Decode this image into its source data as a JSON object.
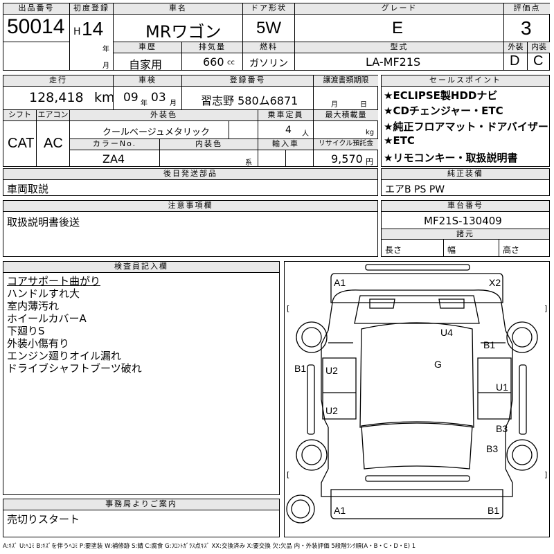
{
  "header": {
    "lot_label": "出品番号",
    "lot_no": "50014",
    "first_reg_label": "初度登録",
    "era": "H",
    "year": "14",
    "year_unit": "年",
    "month_unit": "月",
    "car_name_label": "車名",
    "car_name": "MRワゴン",
    "door_label": "ドア形状",
    "door": "5W",
    "grade_label": "グレード",
    "grade": "E",
    "score_label": "評価点",
    "score": "3",
    "history_label": "車歴",
    "history": "自家用",
    "displacement_label": "排気量",
    "displacement": "660",
    "displacement_unit": "cc",
    "fuel_label": "燃料",
    "fuel": "ガソリン",
    "model_label": "型式",
    "model": "LA-MF21S",
    "exterior_label": "外装",
    "exterior": "D",
    "interior_label": "内装",
    "interior": "C"
  },
  "row2": {
    "mileage_label": "走行",
    "mileage": "128,418",
    "mileage_unit": "km",
    "inspection_label": "車検",
    "insp_year": "09",
    "insp_year_unit": "年",
    "insp_month": "03",
    "insp_month_unit": "月",
    "reg_no_label": "登録番号",
    "reg_no": "習志野 580ム6871",
    "transfer_label": "譲渡書類期限",
    "transfer_month_unit": "月",
    "transfer_day_unit": "日",
    "shift_label": "シフト",
    "shift": "CAT",
    "ac_label": "エアコン",
    "ac": "AC",
    "color_label": "外装色",
    "color": "クールベージュメタリック",
    "capacity_label": "乗車定員",
    "capacity": "4",
    "capacity_unit": "人",
    "load_label": "最大積載量",
    "load_unit": "kg",
    "color_no_label": "カラーNo.",
    "color_no": "ZA4",
    "int_color_label": "内装色",
    "int_color_unit": "系",
    "import_label": "輸入車",
    "recycle_label": "リサイクル預託金",
    "recycle": "9,570",
    "recycle_unit": "円"
  },
  "sales_points": {
    "label": "セールスポイント",
    "items": [
      "★ECLIPSE製HDDナビ",
      "★CDチェンジャー・ETC",
      "★純正フロアマット・ドアバイザー",
      "★ETC",
      "★リモコンキー・取扱説明書"
    ]
  },
  "later_parts": {
    "label": "後日発送部品",
    "value": "車両取説"
  },
  "standard_equipment": {
    "label": "純正装備",
    "value": "エアB PS PW"
  },
  "notes": {
    "label": "注意事項欄",
    "value": "取扱説明書後送"
  },
  "chassis": {
    "label": "車台番号",
    "value": "MF21S-130409",
    "dims_label": "諸元",
    "length": "長さ",
    "width": "幅",
    "height": "高さ"
  },
  "inspector": {
    "label": "検査員記入欄",
    "lines": [
      "コアサポート曲がり",
      "ハンドルすれ大",
      "室内薄汚れ",
      "ホイールカバーA",
      "下廻りS",
      "外装小傷有り",
      "エンジン廻りオイル漏れ",
      "ドライブシャフトブーツ破れ"
    ]
  },
  "office": {
    "label": "事務局よりご案内",
    "value": "売切りスタート"
  },
  "diagram_marks": {
    "a1_top": "A1",
    "x2": "X2",
    "u4": "U4",
    "b1_right": "B1",
    "g": "G",
    "b1_left": "B1",
    "u2_upper": "U2",
    "u1": "U1",
    "u2_lower": "U2",
    "b3_upper": "B3",
    "b3_lower": "B3",
    "a1_bottom": "A1",
    "b1_bottom": "B1"
  },
  "legend": "A:ｷｽﾞ U:ﾍｺﾐ B:ｷｽﾞを伴うﾍｺﾐ P:要塗装 W:補修跡 S:錆 C:腐食 G:ﾌﾛﾝﾄｶﾞﾗｽ点ｷｽﾞ XX:交換済み X:要交換 欠:欠品 内・外装評価 5段階ﾗﾝｸ順(A・B・C・D・E) 1"
}
